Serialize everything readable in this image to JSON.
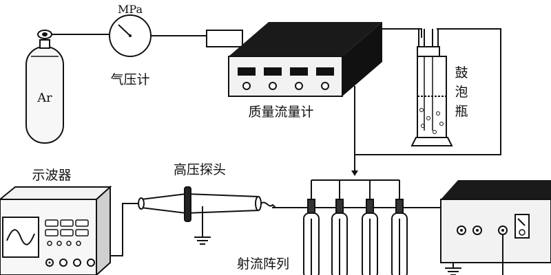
{
  "labels": {
    "cylinder_gas": "Ar",
    "gauge_unit": "MPa",
    "gauge": "气压计",
    "mass_flow_meter": "质量流量计",
    "bubbler": "鼓泡瓶",
    "oscilloscope": "示波器",
    "hv_probe": "高压探头",
    "jet_array": "射流阵列"
  },
  "bubbler_chars": [
    "鼓",
    "泡",
    "瓶"
  ],
  "colors": {
    "line": "#111111",
    "panel_dark": "#1a1a1a",
    "device_face": "#f2f2f2",
    "cylinder_fill": "#f7f7f7"
  }
}
